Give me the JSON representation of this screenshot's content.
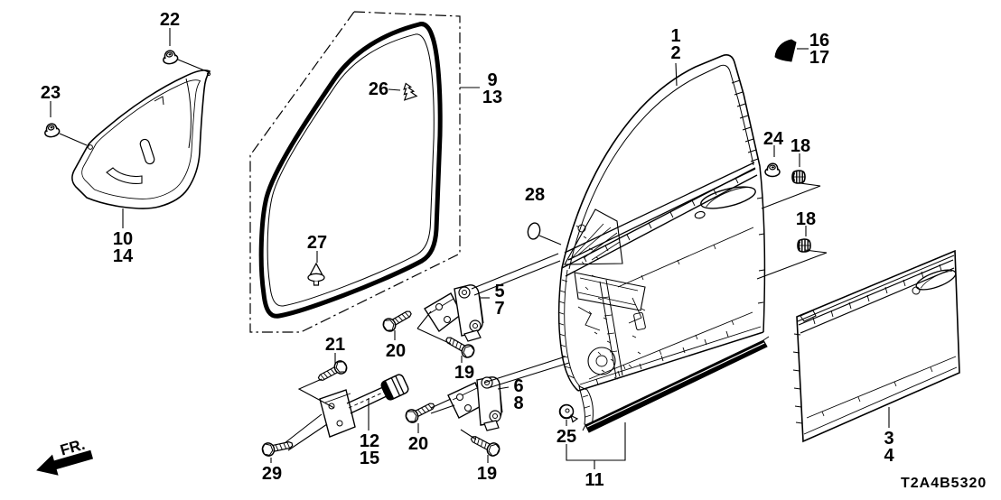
{
  "diagram_code": "T2A4B5320",
  "fr_label": "FR.",
  "line_color": "#000000",
  "background": "#ffffff",
  "labels": [
    "22",
    "23",
    "10",
    "14",
    "26",
    "27",
    "9",
    "13",
    "1",
    "2",
    "16",
    "17",
    "24",
    "18",
    "18",
    "28",
    "5",
    "7",
    "20",
    "19",
    "21",
    "12",
    "15",
    "29",
    "20",
    "6",
    "8",
    "19",
    "25",
    "11",
    "3",
    "4"
  ]
}
